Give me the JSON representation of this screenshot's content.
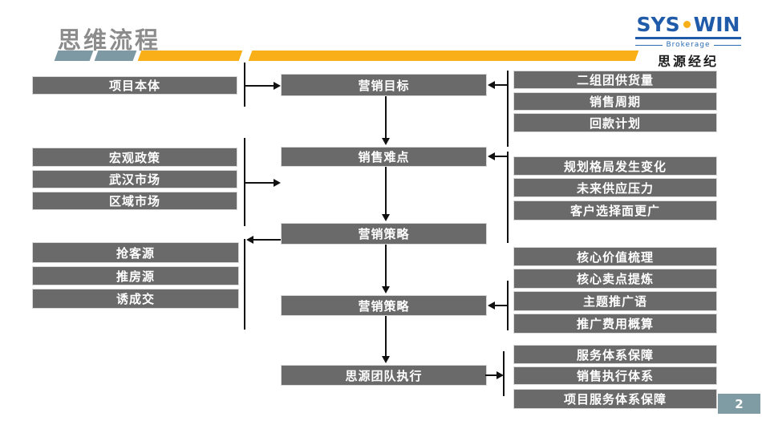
{
  "slide": {
    "title": "思维流程",
    "page_number": "2"
  },
  "logo": {
    "sys": "SYS",
    "win": "WIN",
    "subtitle": "Brokerage",
    "company_cn": "思源经纪"
  },
  "colors": {
    "box_gray": "#6A6A6A",
    "accent_orange": "#F9AF17",
    "accent_teal": "#7C99A4",
    "logo_blue": "#1F5BA9",
    "badge_teal": "#7F9BA3",
    "title_gray": "#8C8C8C"
  },
  "flow": {
    "left": {
      "project": "项目本体",
      "market": [
        "宏观政策",
        "武汉市场",
        "区域市场"
      ],
      "tactics": [
        "抢客源",
        "推房源",
        "诱成交"
      ]
    },
    "center": {
      "goal": "营销目标",
      "difficulty": "销售难点",
      "strategy1": "营销策略",
      "strategy2": "营销策略",
      "execution": "思源团队执行"
    },
    "right": {
      "supply": [
        "二组团供货量",
        "销售周期",
        "回款计划"
      ],
      "challenges": [
        "规划格局发生变化",
        "未来供应压力",
        "客户选择面更广"
      ],
      "strategy": [
        "核心价值梳理",
        "核心卖点提炼",
        "主题推广语",
        "推广费用概算"
      ],
      "service": [
        "服务体系保障",
        "销售执行体系",
        "项目服务体系保障"
      ]
    }
  }
}
